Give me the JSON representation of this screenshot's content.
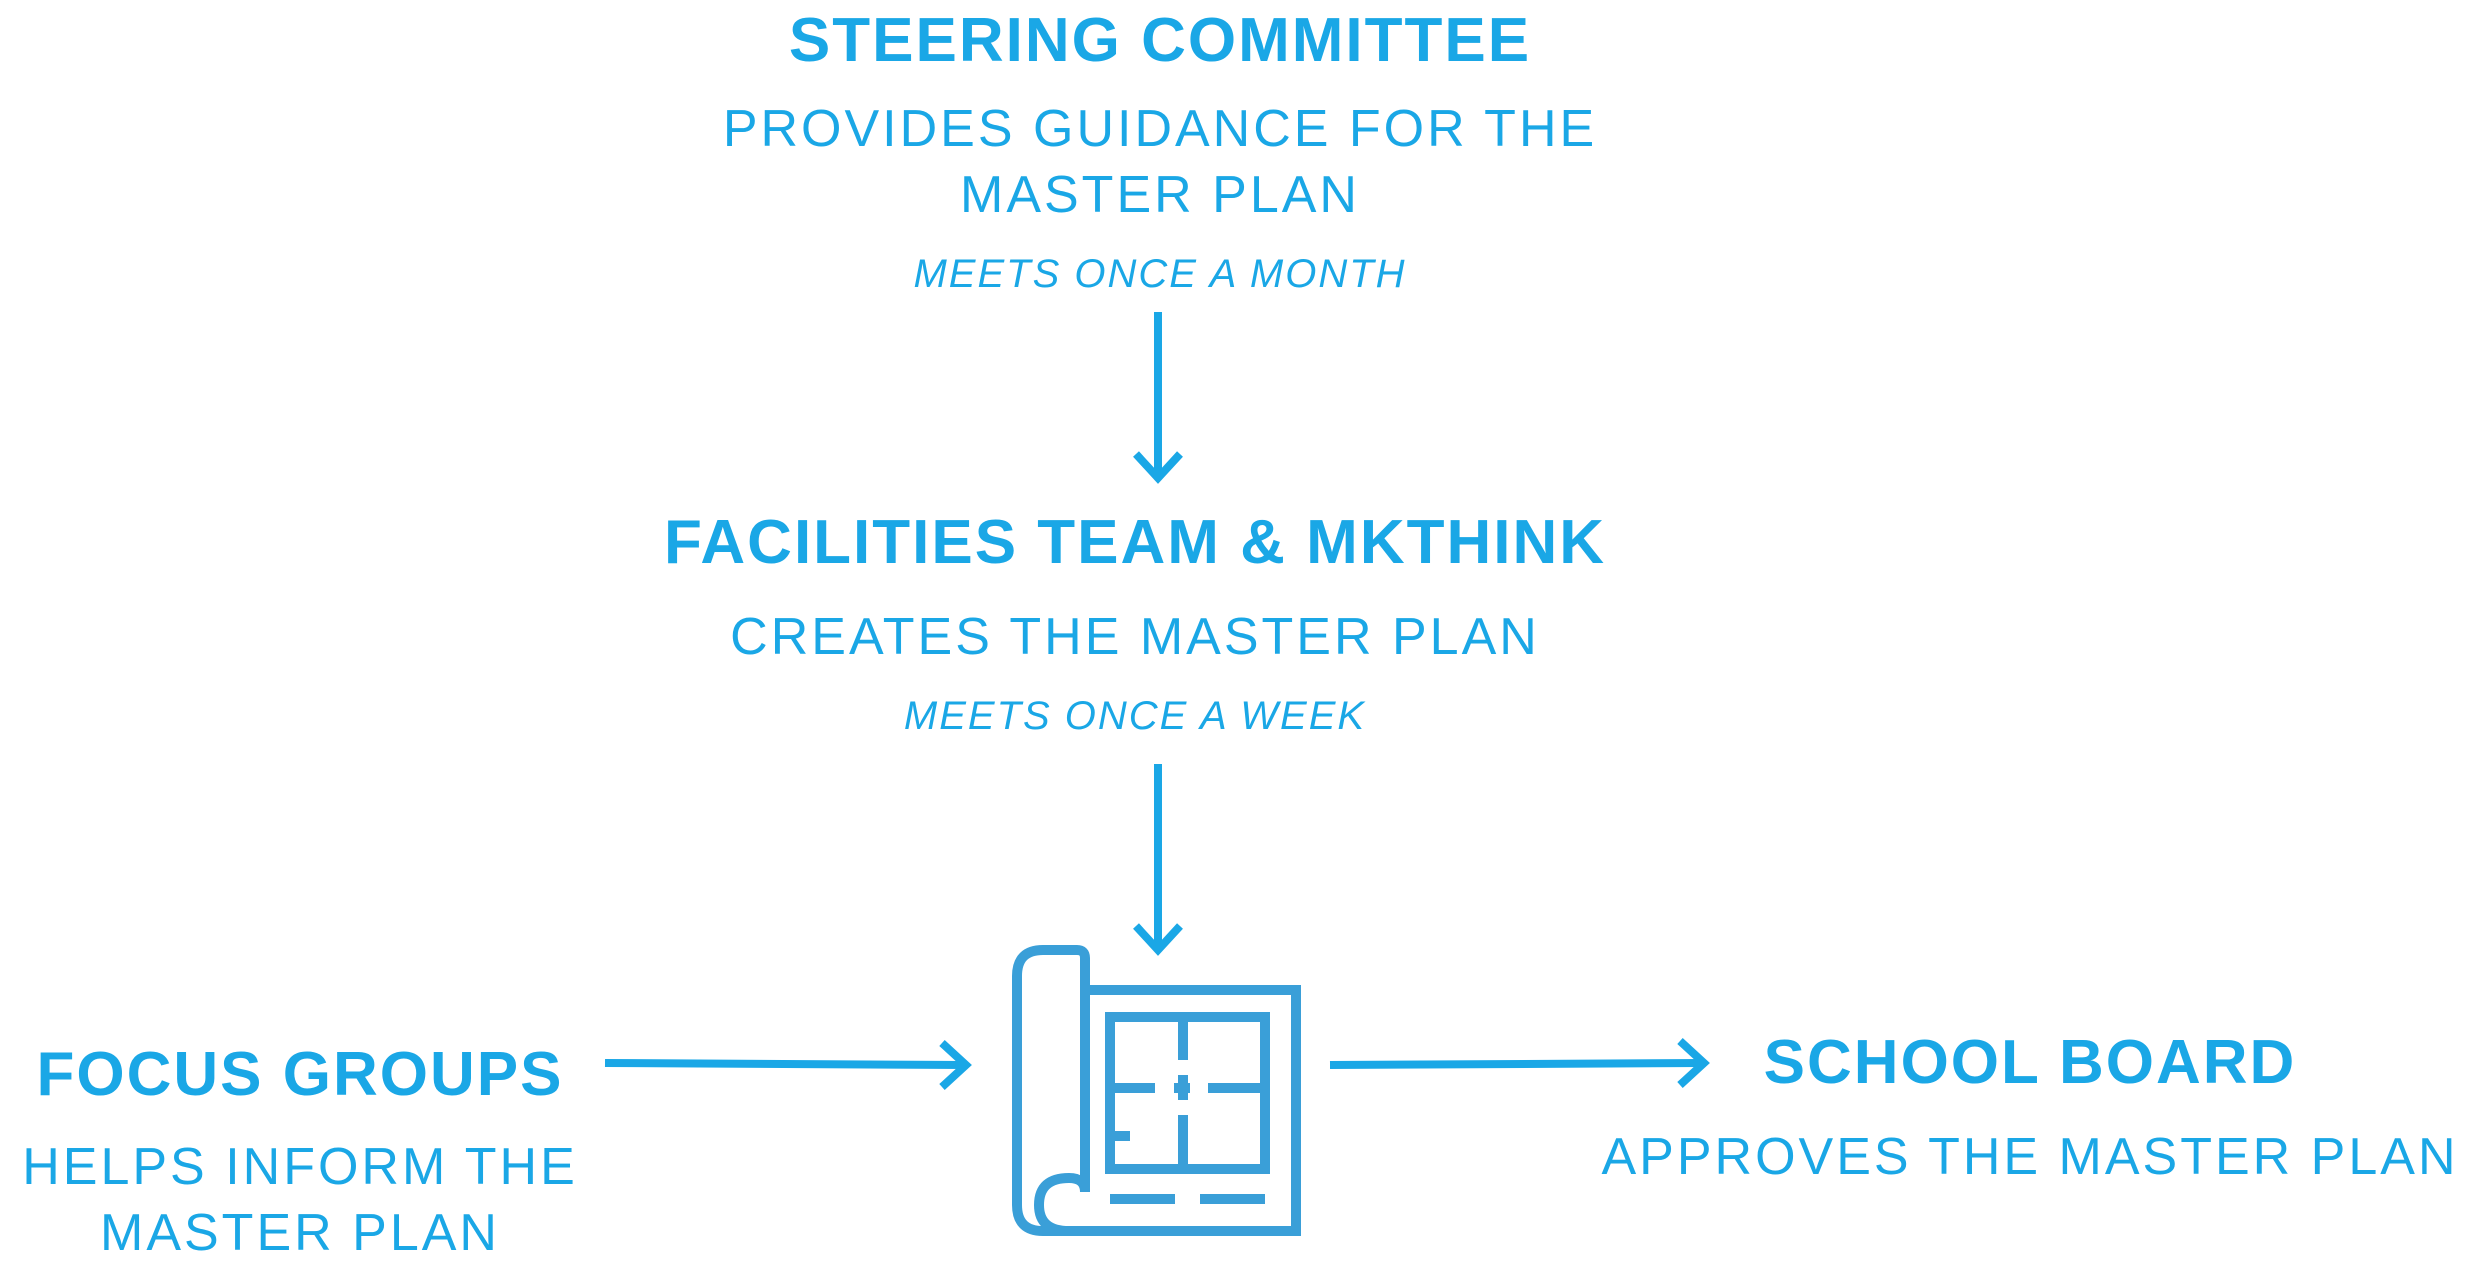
{
  "colors": {
    "text": "#1aa7e6",
    "arrow": "#1aa7e6",
    "icon": "#3a9fd8"
  },
  "nodes": {
    "steering": {
      "title": "STEERING COMMITTEE",
      "desc_line1": "PROVIDES GUIDANCE FOR THE",
      "desc_line2": "MASTER PLAN",
      "note": "MEETS ONCE A MONTH"
    },
    "facilities": {
      "title": "FACILITIES TEAM & MKTHINK",
      "desc": "CREATES THE MASTER PLAN",
      "note": "MEETS ONCE A WEEK"
    },
    "focus": {
      "title": "FOCUS GROUPS",
      "desc_line1": "HELPS INFORM THE",
      "desc_line2": "MASTER PLAN"
    },
    "board": {
      "title": "SCHOOL BOARD",
      "desc": "APPROVES THE MASTER PLAN"
    }
  },
  "icons": {
    "center": "blueprint-icon"
  },
  "edges": [
    {
      "from": "steering",
      "to": "facilities"
    },
    {
      "from": "facilities",
      "to": "master-plan"
    },
    {
      "from": "focus",
      "to": "master-plan"
    },
    {
      "from": "master-plan",
      "to": "board"
    }
  ]
}
